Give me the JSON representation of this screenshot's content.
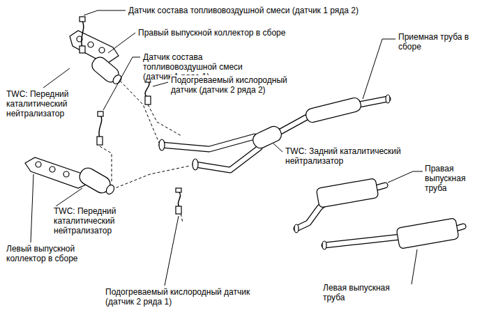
{
  "diagram": {
    "labels": [
      "Датчик состава топливовоздушной смеси (датчик 1 ряда 2)",
      "Правый выпускной коллектор в сборе",
      "Приемная труба в сборе",
      "Датчик состава топливовоздушной смеси (датчик 1 ряда 1)",
      "Подогреваемый кислородный датчик (датчик 2 ряда 2)",
      "TWC: Передний каталитический нейтрализатор",
      "TWC: Задний каталитический нейтрализатор",
      "Правая выпускная труба",
      "TWC: Передний каталитический нейтрализатор",
      "Левый выпускной коллектор в сборе",
      "Левая выпускная труба",
      "Подогреваемый кислородный датчик (датчик 2 ряда 1)"
    ]
  }
}
